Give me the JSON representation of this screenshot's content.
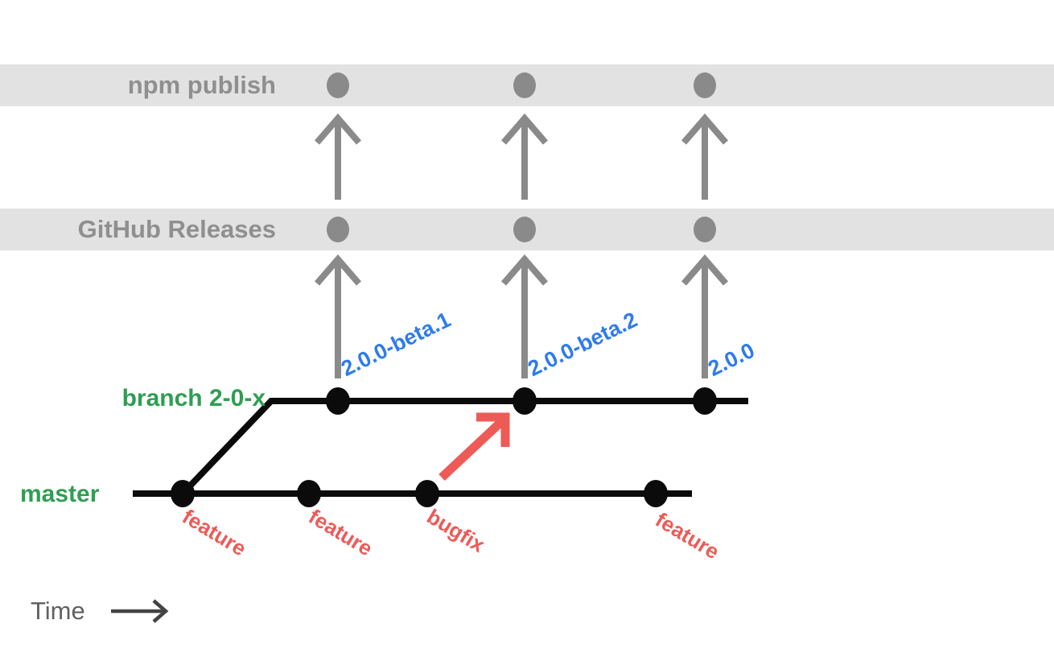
{
  "bands": {
    "npm": {
      "label": "npm publish"
    },
    "github": {
      "label": "GitHub Releases"
    }
  },
  "branches": {
    "release": {
      "label": "branch 2-0-x"
    },
    "master": {
      "label": "master"
    }
  },
  "releases": [
    {
      "version": "2.0.0-beta.1"
    },
    {
      "version": "2.0.0-beta.2"
    },
    {
      "version": "2.0.0"
    }
  ],
  "commits": {
    "master": [
      {
        "label": "feature"
      },
      {
        "label": "feature"
      },
      {
        "label": "bugfix"
      },
      {
        "label": "feature"
      }
    ]
  },
  "timeline": {
    "label": "Time"
  },
  "colors": {
    "gray": "#8a8a8a",
    "band-bg": "#e2e2e2",
    "band-text": "#8f8f8f",
    "green": "#2e9e52",
    "red": "#ee5a56",
    "blue": "#2e7ceb",
    "line-black": "#0b0b0b",
    "time-text": "#616161",
    "time-arrow": "#434343"
  }
}
